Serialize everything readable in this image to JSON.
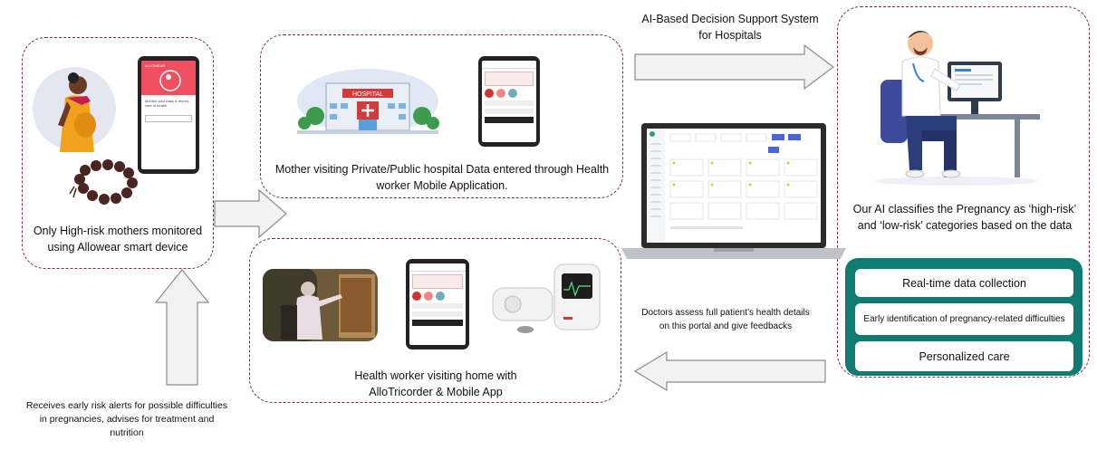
{
  "left_box": {
    "caption_line1": "Only High-risk mothers monitored",
    "caption_line2": "using Allowear smart device",
    "app_name": "ALLOWEAR",
    "app_text": "Monitor your baby & mom's care in health"
  },
  "top_box": {
    "caption_line1": "Mother visiting Private/Public hospital Data entered through Health",
    "caption_line2": "worker Mobile Application.",
    "hospital_sign": "HOSPITAL"
  },
  "bottom_box": {
    "caption_line1": "Health worker visiting home with",
    "caption_line2": "AlloTricorder & Mobile App"
  },
  "right_box": {
    "caption_line1": "Our AI classifies the Pregnancy as ‘high-risk’",
    "caption_line2": "and ‘low-risk’ categories based on the data"
  },
  "top_arrow": {
    "label_line1": "AI-Based Decision Support System",
    "label_line2": "for Hospitals"
  },
  "doctors_note": {
    "line1": "Doctors assess full patient’s health details",
    "line2": "on this portal and give feedbacks"
  },
  "alerts_note": {
    "line1": "Receives early risk alerts for possible difficulties",
    "line2": "in pregnancies, advises for treatment and",
    "line3": "nutrition"
  },
  "benefits": [
    "Real-time data collection",
    "Early identification of pregnancy-related difficulties",
    "Personalized care"
  ],
  "colors": {
    "dashed_border": "#8a2b3b",
    "teal": "#0f7b72",
    "arrow_fill": "#f2f2f2",
    "arrow_stroke": "#8c8c8c"
  }
}
